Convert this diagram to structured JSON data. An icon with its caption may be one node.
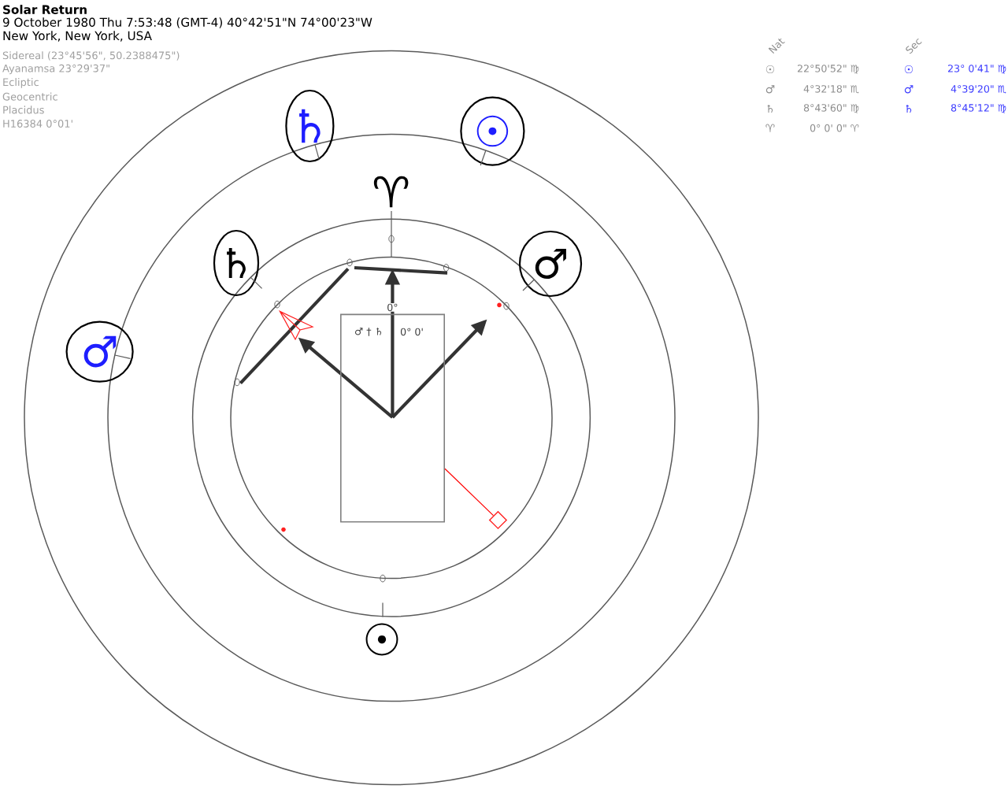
{
  "diagram": {
    "title": "Solar Return",
    "nodes": [
      {
        "text": [
          "♄"
        ]
      },
      {
        "text": [
          "☉"
        ]
      },
      {
        "text": [
          "♄"
        ]
      },
      {
        "text": [
          "♂"
        ]
      },
      {
        "text": [
          "♂ † ♄",
          "0° 0'"
        ]
      },
      {
        "text": [
          "♂"
        ]
      },
      {
        "text": [],
        "shape": "diamond"
      }
    ],
    "edges": [
      {
        "from": 4,
        "to": 6,
        "arrow": "none",
        "color": "#ff0000"
      }
    ],
    "labels": [
      "9 October 1980 Thu 7:53:48 (GMT-4) 40°42'51\"N 74°00'23\"W",
      "New York, New York, USA",
      "Sidereal (23°45'56\", 50.2388475\")",
      "Ayanamsa 23°29'37\"",
      "Ecliptic",
      "Geocentric",
      "Placidus",
      "H16384 0°01'",
      "Nat",
      "Sec",
      "☉",
      "22°50'52\" ♍",
      "☉",
      "23° 0'41\" ♍",
      "♂",
      "4°32'18\" ♏",
      "♂",
      "4°39'20\" ♏",
      "♄",
      "8°43'60\" ♍",
      "♄",
      "8°45'12\" ♍",
      "♈",
      "0° 0' 0\" ♈",
      "♈",
      "0°",
      "☉"
    ]
  }
}
